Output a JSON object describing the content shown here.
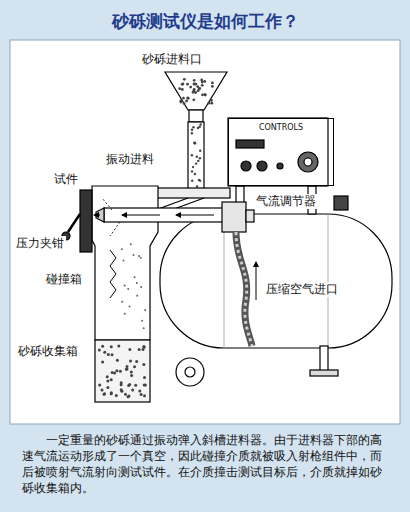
{
  "diagram": {
    "title": "砂砾测试仪是如何工作？",
    "caption": "一定重量的砂砾通过振动弹入斜槽进料器。由于进料器下部的高速气流运动形成了一个真空，因此碰撞介质就被吸入射枪组件中，而后被喷射气流射向测试试件。在介质撞击测试目标后，介质就掉如砂砾收集箱内。",
    "nodes": [
      {
        "text": [
          "CONTROLS"
        ]
      }
    ],
    "labels": [
      "砂砾进料口",
      "振动进料",
      "试件",
      "压力夹钳",
      "碰撞箱",
      "砂砾收集箱",
      "气流调节器",
      "压缩空气进口"
    ]
  }
}
